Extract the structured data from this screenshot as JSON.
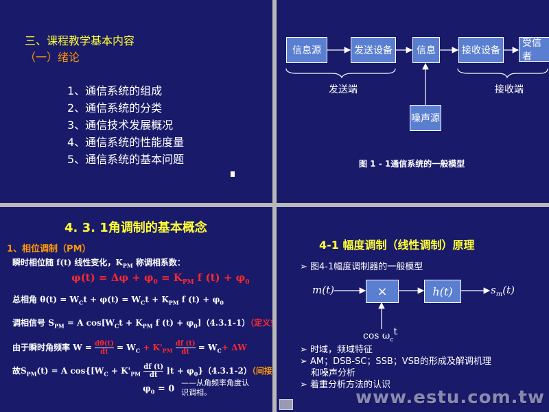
{
  "slide1": {
    "heading1": "三、课程教学基本内容",
    "heading2": "（一）绪论",
    "items": [
      "1、通信系统的组成",
      "2、通信系统的分类",
      "3、通信技术发展概况",
      "4、通信系统的性能度量",
      "5、通信系统的基本问题"
    ]
  },
  "slide2": {
    "boxes": [
      "信息源",
      "发送设备",
      "信息",
      "接收设备",
      "受信者"
    ],
    "noise": "噪声源",
    "send_label": "发送端",
    "recv_label": "接收端",
    "caption": "图 1 - 1通信系统的一般模型"
  },
  "slide3": {
    "title": "4. 3. 1角调制的基本概念",
    "section": "1、相位调制（PM）",
    "line1": "瞬时相位随 f(t) 线性变化，K",
    "line1_sub": "PM",
    "line1_end": " 称调相系数：",
    "eq1": "φ(t) = Δφ + φ",
    "eq1_sub": "0",
    "eq1_mid": " = K",
    "eq1_sub2": "PM",
    "eq1_end": " f (t) + φ",
    "eq1_sub3": "0",
    "total_label": "总相角",
    "eq2": "θ(t) = W",
    "eq2_rest": "t + φ(t) = W",
    "eq2_rest2": "t + K",
    "eq2_end": " f (t) + φ",
    "signal_label": "调相信号",
    "eq3": "S",
    "eq3_mid": " = A cos[W",
    "eq3_mid2": "t + K",
    "eq3_end": " f (t) + φ",
    "eq3_num": "]（4.3.1-1）",
    "eq3_def": "（定义式）",
    "freq_label": "由于瞬时角频率",
    "eq4_w": "W =",
    "eq4_num1": "dθ(t)",
    "eq4_den1": "dt",
    "eq4_mid": "= W",
    "eq4_k": "+ K'",
    "eq4_num2": "df (t)",
    "eq4_den2": "dt",
    "eq4_end": "= W",
    "eq4_end2": "+ ΔW",
    "thus_label": "故S",
    "eq5_mid": "(t) = A cos{[W",
    "eq5_k": "+ K'",
    "eq5_num": "df (t)",
    "eq5_den": "dt",
    "eq5_end": "]t + φ",
    "eq5_tail": "}（4.3.1-2）",
    "eq5_indirect": "（间接式）",
    "note1": "——从角频率角度认",
    "note2": "识调相。",
    "phi0": "φ",
    "phi0_eq": " = 0",
    "subs": {
      "pm": "PM",
      "c": "C",
      "zero": "0"
    }
  },
  "slide4": {
    "title": "4-1 幅度调制（线性调制）原理",
    "bullet1": "图4-1幅度调制器的一般模型",
    "m_label": "m(t)",
    "mult": "×",
    "filter": "h(t)",
    "out_label": "s",
    "out_sub": "m",
    "out_end": "(t)",
    "cos_label": "cos ω",
    "cos_sub": "c",
    "cos_end": "t",
    "bullets": [
      "时域，频域特征",
      "AM；DSB-SC；SSB；VSB的形成及解调机理",
      "和噪声分析",
      "着重分析方法的认识"
    ],
    "watermark": "www.estu.com.tw"
  }
}
